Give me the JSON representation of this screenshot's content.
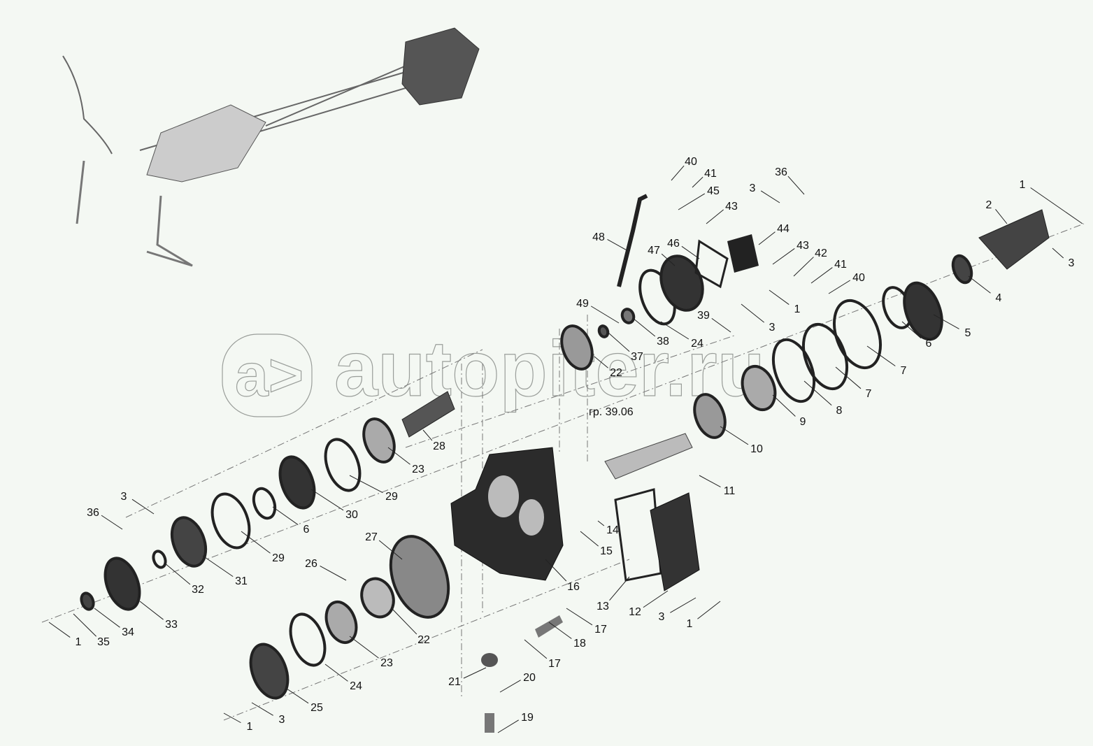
{
  "diagram": {
    "watermark": "autopiter.ru",
    "watermark_logo": "a>",
    "group_reference": "гр. 39.06",
    "callouts": [
      "40",
      "41",
      "45",
      "36",
      "3",
      "43",
      "1",
      "2",
      "48",
      "47",
      "46",
      "44",
      "43",
      "42",
      "41",
      "40",
      "3",
      "4",
      "49",
      "1",
      "39",
      "3",
      "5",
      "38",
      "24",
      "6",
      "37",
      "22",
      "7",
      "7",
      "8",
      "9",
      "28",
      "10",
      "23",
      "29",
      "11",
      "30",
      "3",
      "36",
      "6",
      "14",
      "27",
      "15",
      "29",
      "26",
      "31",
      "16",
      "32",
      "13",
      "12",
      "3",
      "1",
      "33",
      "17",
      "34",
      "1",
      "35",
      "22",
      "18",
      "23",
      "17",
      "20",
      "21",
      "24",
      "25",
      "3",
      "1",
      "19"
    ]
  },
  "colors": {
    "background": "#f4f8f3",
    "part_dark": "#2b2b2b",
    "part_mid": "#7a7a7a",
    "part_light": "#d8d8d8"
  }
}
